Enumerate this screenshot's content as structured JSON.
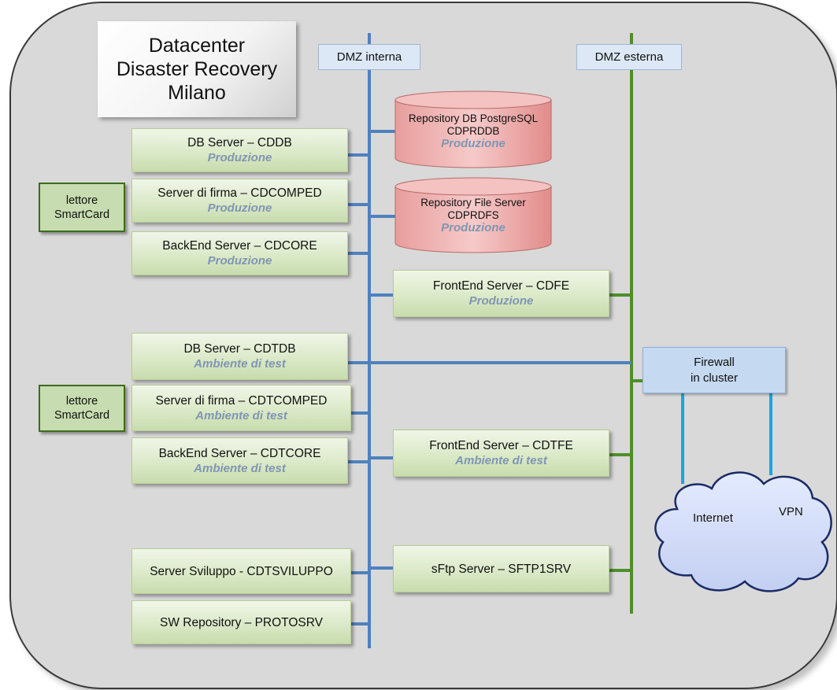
{
  "title": {
    "line1": "Datacenter",
    "line2": "Disaster Recovery",
    "line3": "Milano"
  },
  "dmz": {
    "interna": "DMZ interna",
    "esterna": "DMZ esterna"
  },
  "servers": {
    "cddb": {
      "name": "DB Server – CDDB",
      "env": "Produzione"
    },
    "cdcomped": {
      "name": "Server di firma – CDCOMPED",
      "env": "Produzione"
    },
    "cdcore": {
      "name": "BackEnd Server – CDCORE",
      "env": "Produzione"
    },
    "cdfe": {
      "name": "FrontEnd Server – CDFE",
      "env": "Produzione"
    },
    "cdtdb": {
      "name": "DB Server – CDTDB",
      "env": "Ambiente di test"
    },
    "cdtcomped": {
      "name": "Server di firma – CDTCOMPED",
      "env": "Ambiente di test"
    },
    "cdtcore": {
      "name": "BackEnd Server – CDTCORE",
      "env": "Ambiente di test"
    },
    "cdtfe": {
      "name": "FrontEnd Server – CDTFE",
      "env": "Ambiente di test"
    },
    "sviluppo": {
      "name": "Server Sviluppo - CDTSVILUPPO"
    },
    "protosrv": {
      "name": "SW Repository – PROTOSRV"
    },
    "sftp": {
      "name": "sFtp Server – SFTP1SRV"
    }
  },
  "repositories": {
    "db": {
      "line1": "Repository DB PostgreSQL",
      "line2": "CDPRDDB",
      "env": "Produzione"
    },
    "fs": {
      "line1": "Repository File Server",
      "line2": "CDPRDFS",
      "env": "Produzione"
    }
  },
  "readers": [
    {
      "line1": "lettore",
      "line2": "SmartCard"
    },
    {
      "line1": "lettore",
      "line2": "SmartCard"
    }
  ],
  "firewall": {
    "line1": "Firewall",
    "line2": "in cluster"
  },
  "cloud": {
    "internet": "Internet",
    "vpn": "VPN"
  },
  "colors": {
    "dmz_interna": "#4f81bd",
    "dmz_esterna": "#4e8f2b",
    "link": "#1fa3dc",
    "env_text": "#8096b2"
  }
}
